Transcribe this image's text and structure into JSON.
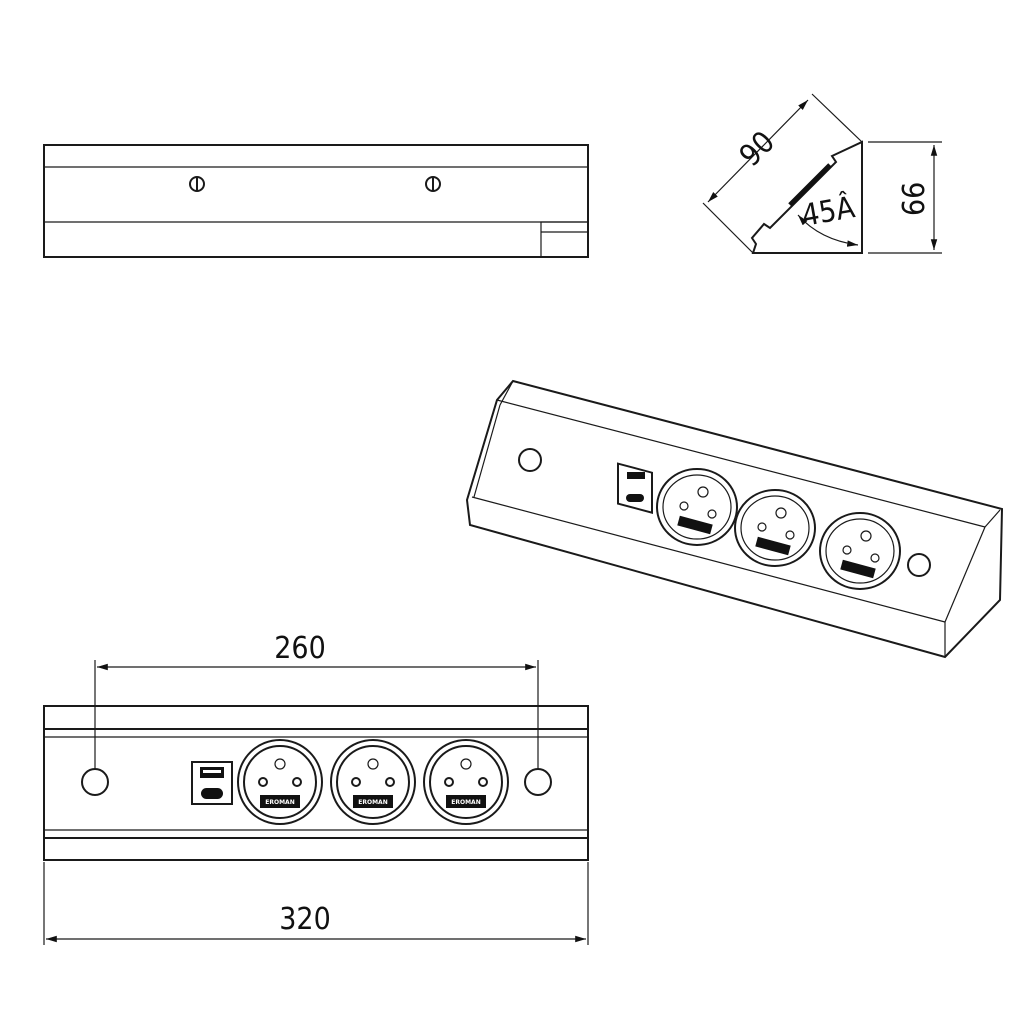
{
  "dimensions": {
    "diagonal_depth": "90",
    "angle": "45Â",
    "height": "66",
    "mount_spacing": "260",
    "total_length": "320"
  },
  "socket_brand_logo": "EROMAN",
  "colors": {
    "line": "#1a1a1a",
    "background": "#ffffff"
  }
}
